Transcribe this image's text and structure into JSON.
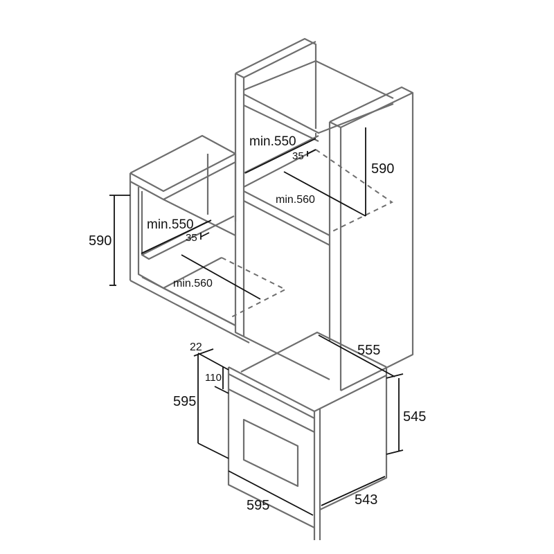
{
  "diagram": {
    "type": "oven installation dimension drawing",
    "colors": {
      "structure": "#6e6e6e",
      "dimension": "#111111",
      "background": "#ffffff"
    },
    "labels": {
      "tall_min_depth": "min.550",
      "tall_gap": "35",
      "tall_height": "590",
      "tall_min_width": "min.560",
      "under_min_depth": "min.550",
      "under_gap": "35",
      "under_height": "590",
      "under_min_width": "min.560",
      "oven_front_offset": "22",
      "oven_panel_height": "110",
      "oven_front_height": "595",
      "oven_body_depth": "555",
      "oven_body_height": "545",
      "oven_front_width": "595",
      "oven_body_width": "543"
    }
  }
}
